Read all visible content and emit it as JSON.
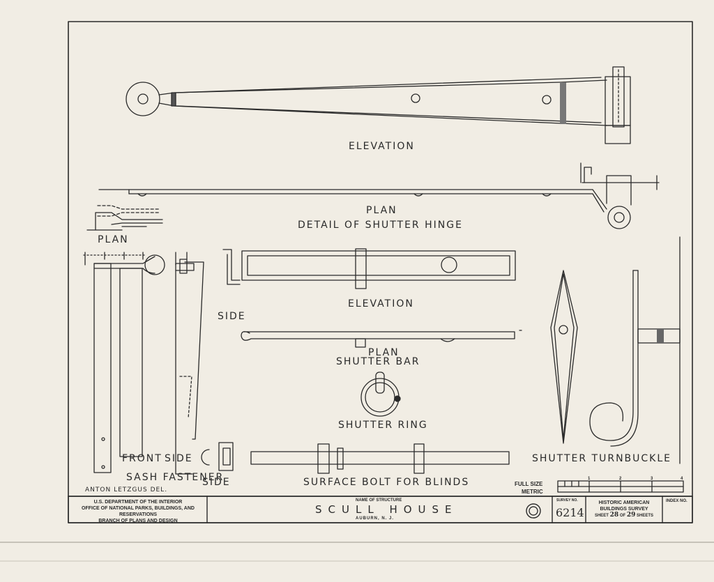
{
  "labels": {
    "elevation_top": "ELEVATION",
    "plan_top": "PLAN",
    "detail_shutter_hinge": "DETAIL OF SHUTTER HINGE",
    "plan_left": "PLAN",
    "side_bar": "SIDE",
    "elevation_bar": "ELEVATION",
    "plan_bar": "PLAN",
    "shutter_bar": "SHUTTER BAR",
    "shutter_ring": "SHUTTER RING",
    "front": "FRONT",
    "side_fastener": "SIDE",
    "sash_fastener": "SASH FASTENER",
    "side_bolt": "SIDE",
    "surface_bolt": "SURFACE BOLT FOR BLINDS",
    "shutter_turnbuckle": "SHUTTER TURNBUCKLE",
    "delineator": "ANTON LETZGUS DEL."
  },
  "scale": {
    "full_size": "FULL SIZE",
    "metric": "METRIC",
    "ticks": [
      "1",
      "2",
      "3",
      "4"
    ]
  },
  "title_block": {
    "agency_line1": "U.S. DEPARTMENT OF THE INTERIOR",
    "agency_line2": "OFFICE OF NATIONAL PARKS, BUILDINGS, AND RESERVATIONS",
    "agency_line3": "BRANCH OF PLANS AND DESIGN",
    "name_caption": "NAME OF STRUCTURE",
    "structure_name": "SCULL HOUSE",
    "location": "AUBURN,   N. J.",
    "survey_caption": "SURVEY NO.",
    "survey_no": "6214",
    "habs_line1": "HISTORIC AMERICAN",
    "habs_line2": "BUILDINGS SURVEY",
    "sheet_prefix": "SHEET",
    "sheet_no": "28",
    "sheet_of": "OF",
    "sheet_total": "29",
    "sheet_suffix": "SHEETS",
    "index_caption": "INDEX NO."
  }
}
